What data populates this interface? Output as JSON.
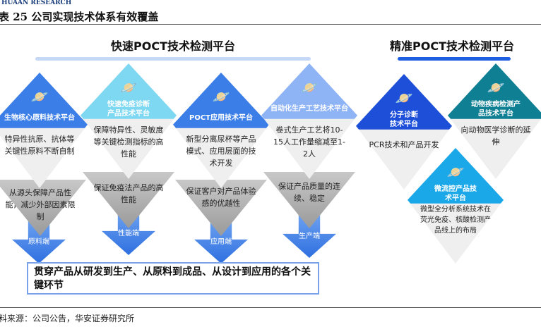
{
  "header": {
    "brand": "HUAAN RESEARCH",
    "title": "表 25 公司实现技术体系有效覆盖"
  },
  "sections": {
    "fast": "快速POCT技术检测平台",
    "precise": "精准POCT技术检测平台"
  },
  "colors": {
    "fast_bar": "#c5d9f7",
    "precise_bar": "#1d5fe0"
  },
  "cards": [
    {
      "title": "生物核心原料技术平台",
      "body": "特异性抗原、抗体等关键性原料不断自制",
      "color": "#3b7ee8"
    },
    {
      "title": "快速免疫诊断产品技术平台",
      "body": "保障特异性、灵敏度等关键检测指标的高性能",
      "color": "#7fd8f2"
    },
    {
      "title": "POCT应用技术平台",
      "body": "新型分离尿杯等产品模式、应用层面的技术开发",
      "color": "#3b7ee8"
    },
    {
      "title": "自动化生产工艺技术平台",
      "body": "卷式生产工艺将10-15人工作量缩减至1-2人",
      "color": "#8fb4f5"
    },
    {
      "title": "分子诊断技术平台",
      "body": "PCR技术和产品开发",
      "color": "#1d4fd8"
    },
    {
      "title": "动物疾病检测产品技术平台",
      "body": "向动物医学诊断的延伸",
      "color": "#0f7f93"
    },
    {
      "title": "微流控产品技术平台",
      "body": "微型全分析系统技术在荧光免疫、核酸检测产品线上的布局",
      "color": "#1aa8e8"
    }
  ],
  "benefits": [
    "从源头保障产品性能，减少外部因素限制",
    "保证免疫法产品的高性能",
    "保证客户对产品体验感的优越性",
    "保证产品质量的连续、稳定"
  ],
  "arrows": [
    "原料端",
    "性能端",
    "应用端",
    "生产端"
  ],
  "summary": "贯穿产品从研发到生产、从原料到成品、从设计到应用的各个关键环节",
  "source": "料来源：公司公告，华安证券研究所"
}
